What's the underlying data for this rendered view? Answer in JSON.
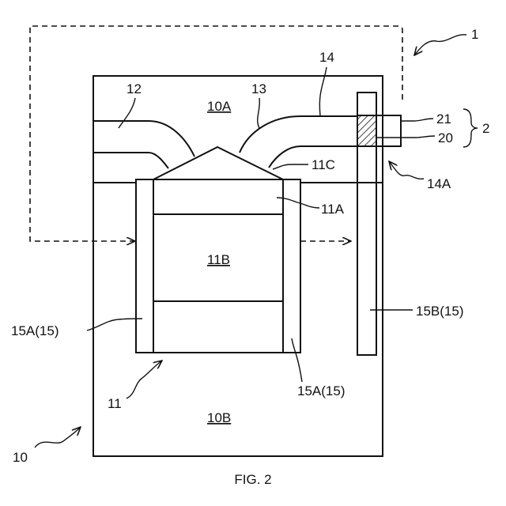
{
  "figure": {
    "caption": "FIG. 2"
  },
  "labels": {
    "ref_1": "1",
    "ref_2": "2",
    "ref_10": "10",
    "ref_10A": "10A",
    "ref_10B": "10B",
    "ref_11": "11",
    "ref_11A": "11A",
    "ref_11B": "11B",
    "ref_11C": "11C",
    "ref_12": "12",
    "ref_13": "13",
    "ref_14": "14",
    "ref_14A": "14A",
    "ref_15A_left": "15A(15)",
    "ref_15A_right": "15A(15)",
    "ref_15B": "15B(15)",
    "ref_20": "20",
    "ref_21": "21"
  },
  "colors": {
    "line": "#111111",
    "background": "#ffffff"
  }
}
